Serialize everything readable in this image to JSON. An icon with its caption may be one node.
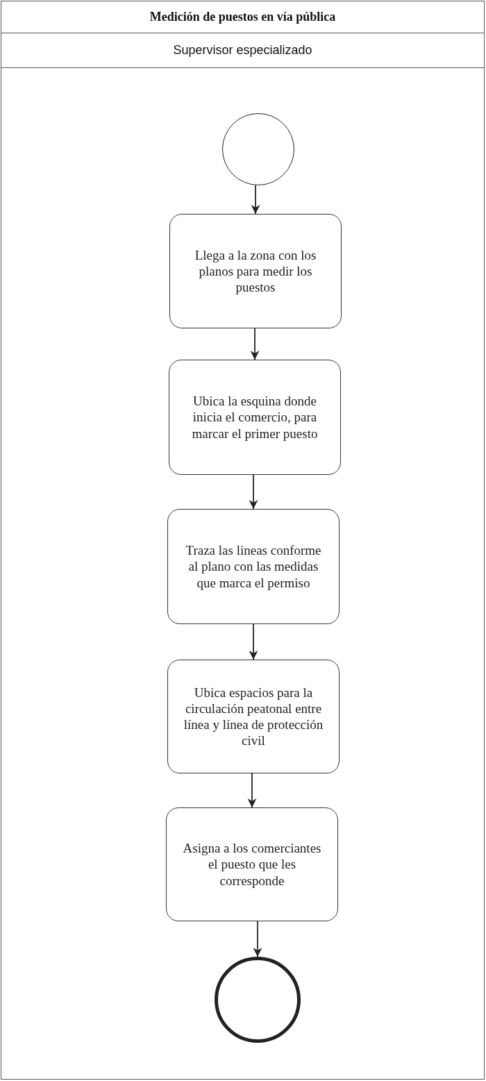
{
  "diagram": {
    "nodes": [
      {
        "text": [
          "Medición de puestos en vía pública"
        ]
      },
      {
        "text": [
          "Supervisor especializado"
        ],
        "in": 0
      },
      {
        "text": [],
        "shape": "circle",
        "in": 1
      },
      {
        "text": [
          "Llega a la zona con los planos para medir los puestos"
        ],
        "in": 1
      },
      {
        "text": [
          "Ubica la esquina donde inicia el comercio, para marcar el primer puesto"
        ],
        "in": 1
      },
      {
        "text": [
          "Traza las lineas conforme al plano con las medidas que marca el permiso"
        ],
        "in": 1
      },
      {
        "text": [
          "Ubica espacios para la circulación peatonal entre línea y línea de protección civil"
        ],
        "in": 1
      },
      {
        "text": [
          "Asigna a los comerciantes el puesto que les corresponde"
        ],
        "in": 1
      },
      {
        "text": [],
        "shape": "circle",
        "in": 1
      }
    ],
    "edges": [
      {
        "from": 2,
        "to": 3,
        "arrow": "to"
      },
      {
        "from": 3,
        "to": 4,
        "arrow": "to"
      },
      {
        "from": 4,
        "to": 5,
        "arrow": "to"
      },
      {
        "from": 5,
        "to": 6,
        "arrow": "to"
      },
      {
        "from": 6,
        "to": 7,
        "arrow": "to"
      },
      {
        "from": 7,
        "to": 8,
        "arrow": "to"
      }
    ]
  }
}
